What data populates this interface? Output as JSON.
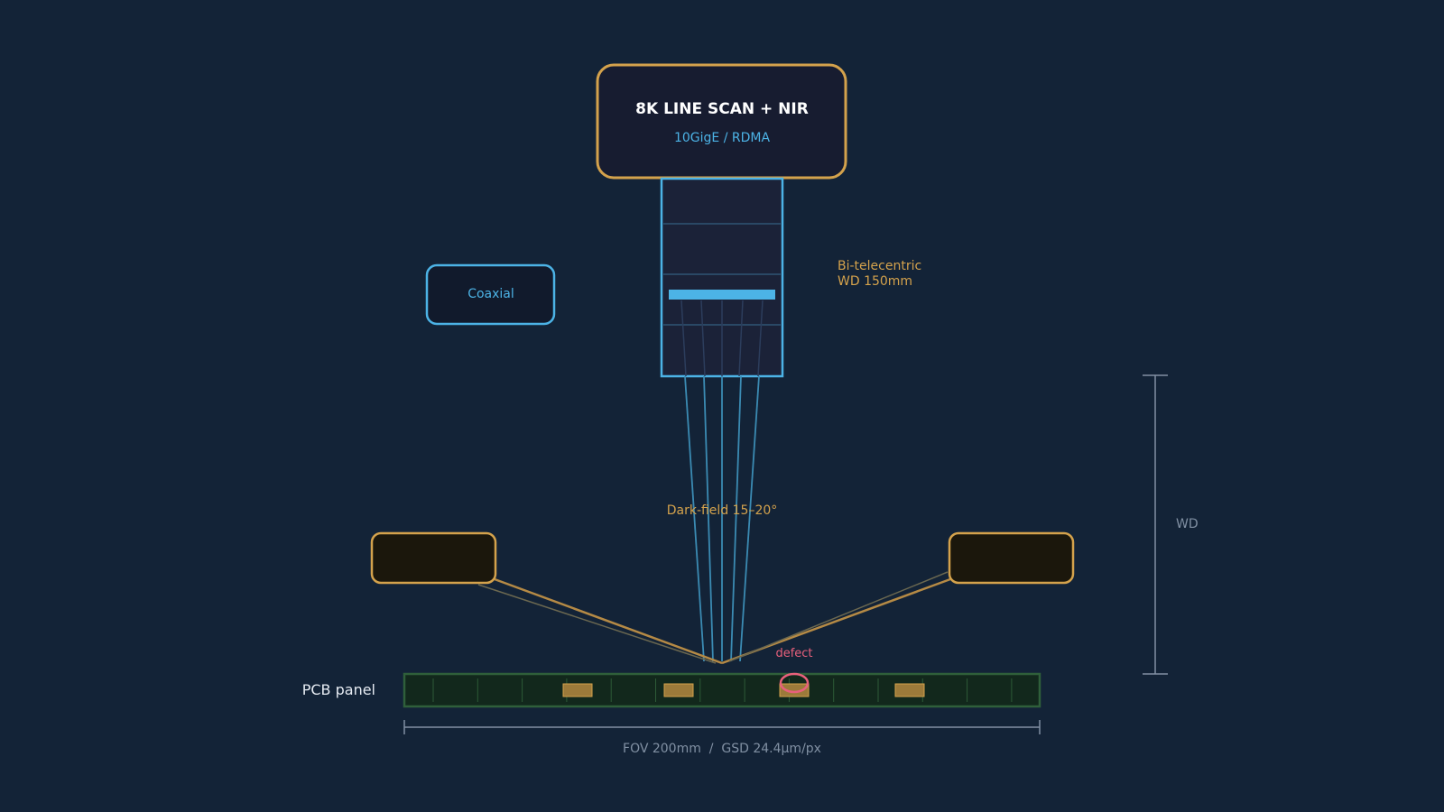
{
  "camera": {
    "title": "8K LINE SCAN + NIR",
    "subtitle": "10GigE / RDMA"
  },
  "lens": {
    "line1": "Bi-telecentric",
    "line2": "WD 150mm"
  },
  "coaxial_light": {
    "label": "Coaxial"
  },
  "darkfield": {
    "label": "Dark-field 15–20°"
  },
  "defect": {
    "label": "defect"
  },
  "pcb": {
    "label": "PCB panel"
  },
  "wd_dimension": {
    "label": "WD"
  },
  "fov_dimension": {
    "label": "FOV 200mm  /  GSD 24.4µm/px"
  },
  "colors": {
    "background": "#132337",
    "accent_gold": "#d4a24c",
    "accent_blue": "#4cb3e6",
    "defect_red": "#e8607c",
    "pcb_green": "#12281c",
    "pcb_border": "#2f5f3a",
    "dimension_gray": "#8190a3"
  }
}
